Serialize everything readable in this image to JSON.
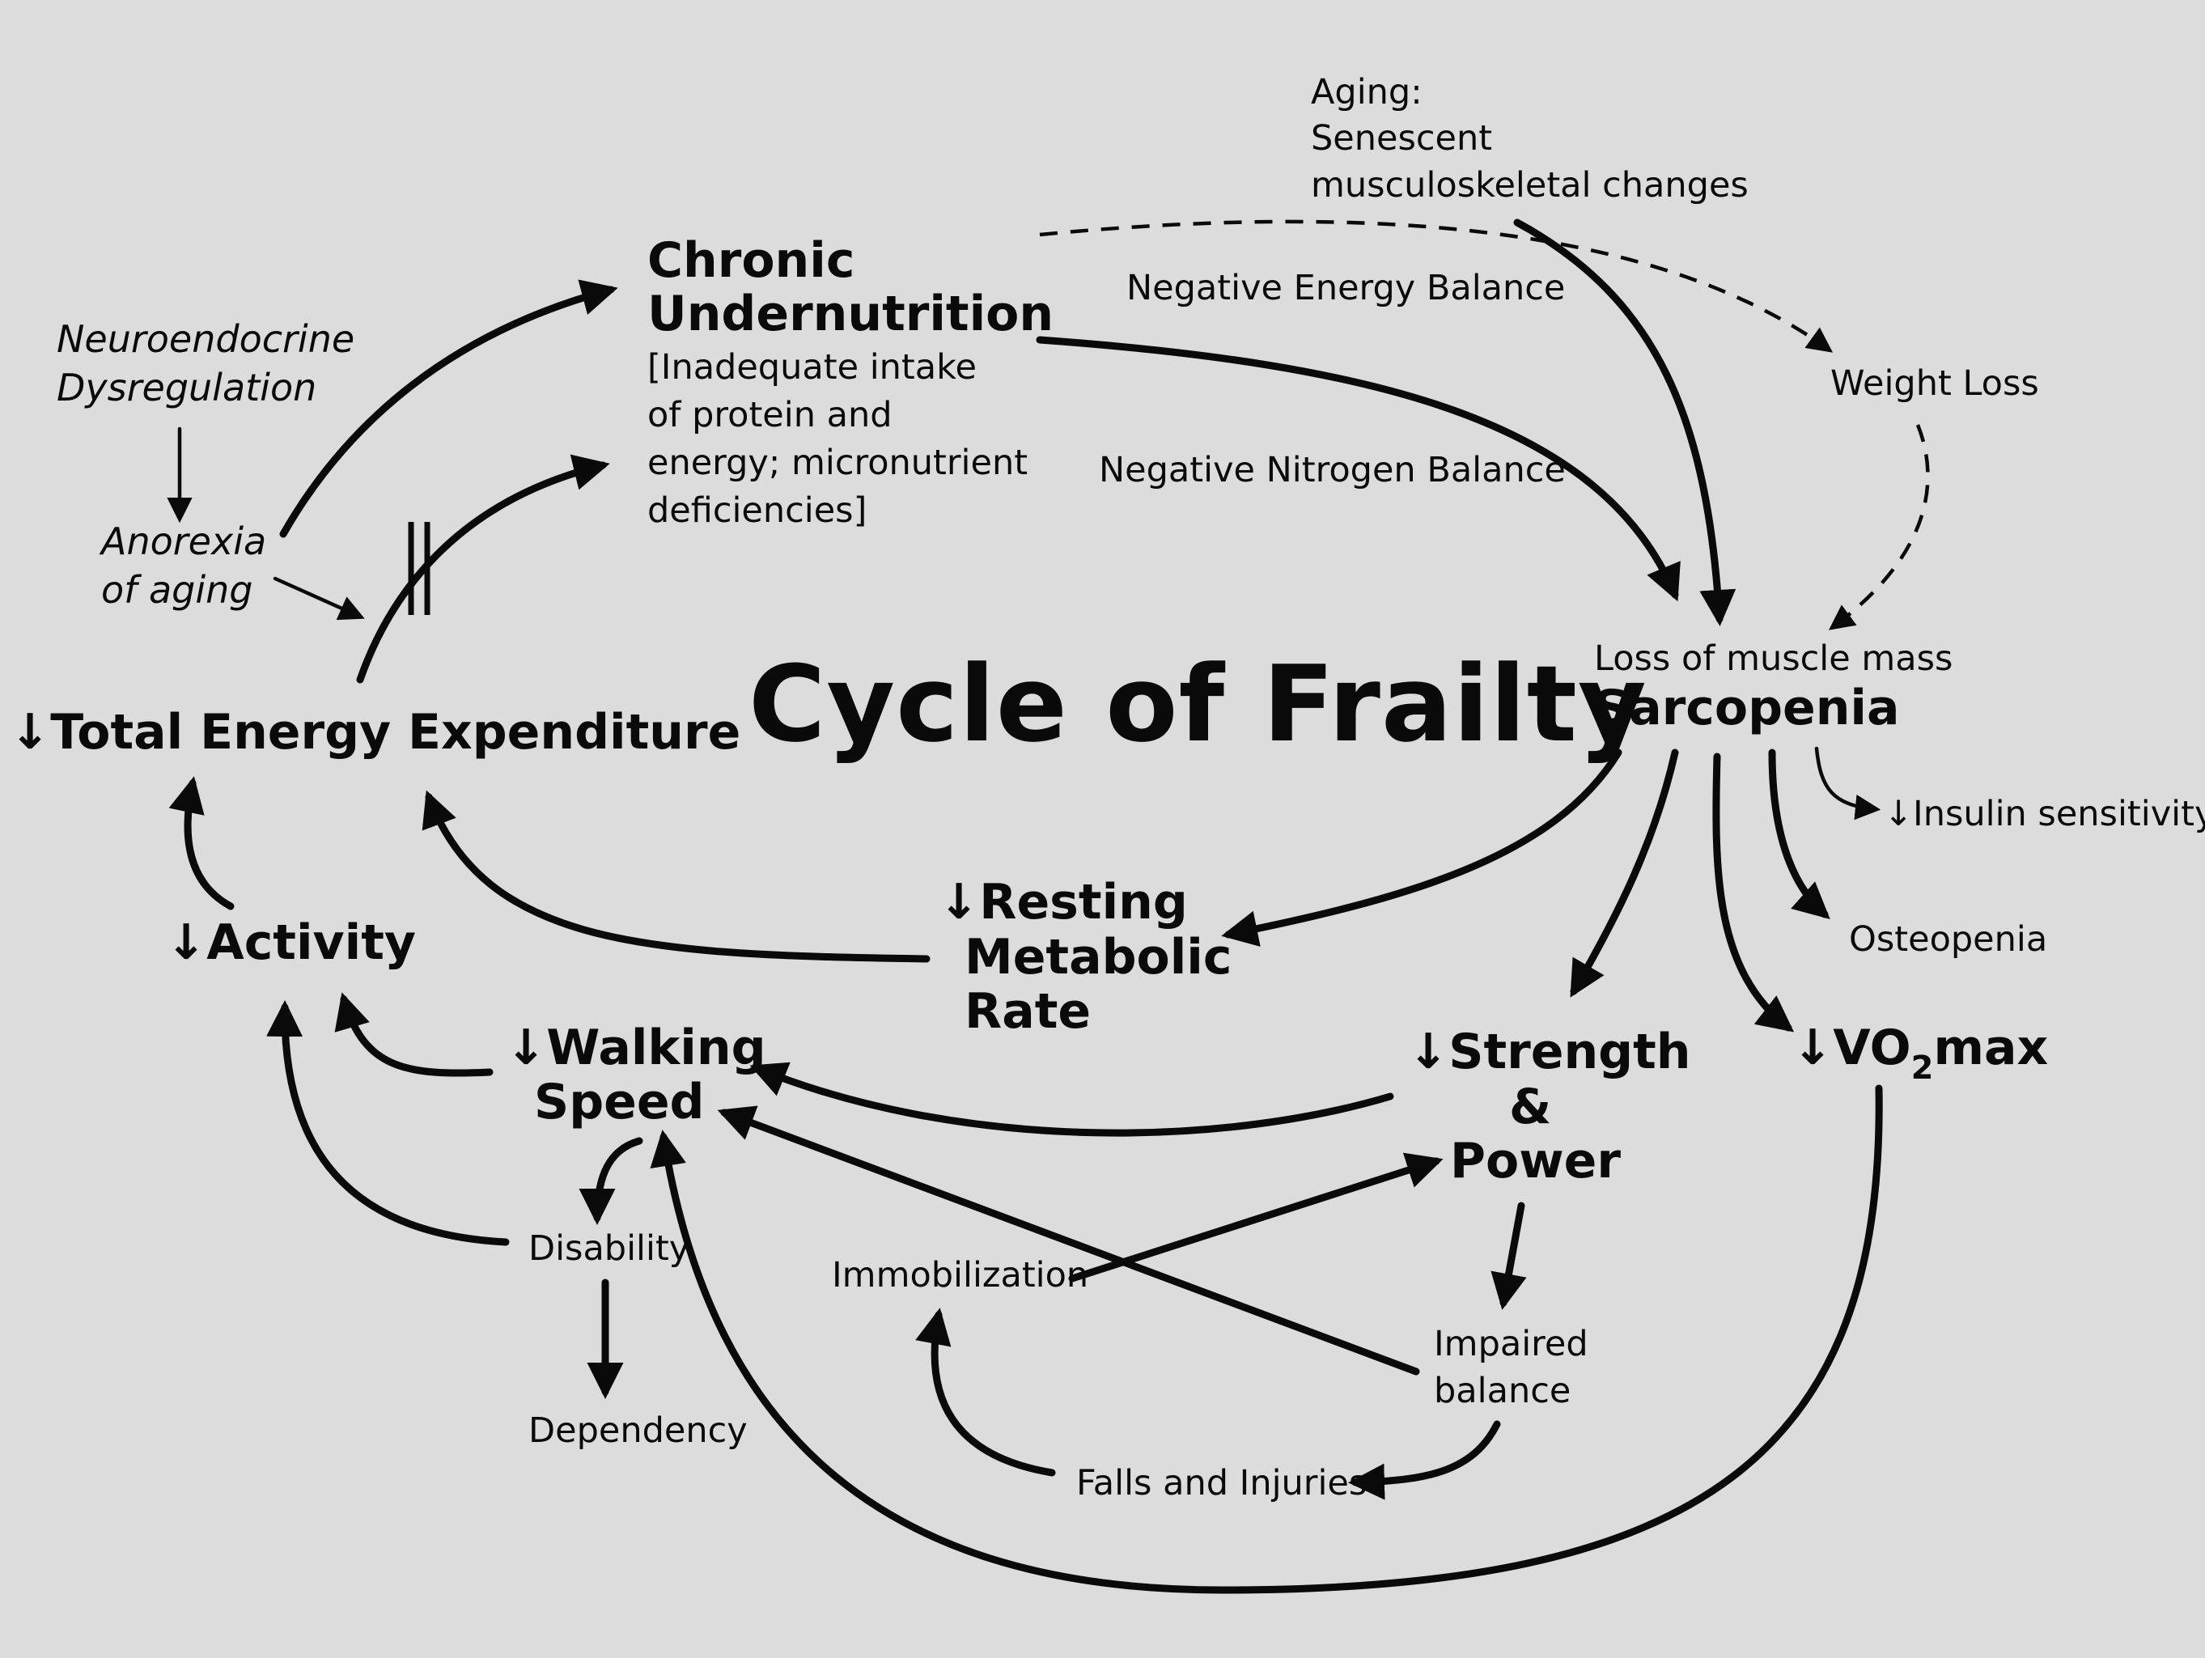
{
  "title": "Cycle of Frailty",
  "nodes": {
    "aging": [
      "Aging:",
      "Senescent",
      "musculoskeletal changes"
    ],
    "chronic_undernutrition": [
      "Chronic",
      "Undernutrition"
    ],
    "undernutrition_detail": [
      "[Inadequate intake",
      "of protein and",
      "energy; micronutrient",
      "deficiencies]"
    ],
    "neuroendocrine": [
      "Neuroendocrine",
      "Dysregulation"
    ],
    "anorexia": [
      "Anorexia",
      "of aging"
    ],
    "total_energy": "Total Energy Expenditure",
    "activity": "Activity",
    "resting_metabolic": [
      "Resting",
      "Metabolic",
      "Rate"
    ],
    "walking_speed": [
      "Walking",
      "Speed"
    ],
    "disability": "Disability",
    "dependency": "Dependency",
    "immobilization": "Immobilization",
    "strength_power": [
      "Strength",
      "&",
      "Power"
    ],
    "impaired_balance": [
      "Impaired",
      "balance"
    ],
    "falls_injuries": "Falls and Injuries",
    "loss_muscle_mass": "Loss of muscle mass",
    "sarcopenia": "Sarcopenia",
    "insulin": "Insulin sensitivity",
    "osteopenia": "Osteopenia",
    "vo2max": {
      "pre": "VO",
      "sub": "2",
      "post": "max"
    },
    "weight_loss": "Weight Loss"
  },
  "edge_labels": {
    "negative_energy": "Negative Energy Balance",
    "negative_nitrogen": "Negative Nitrogen Balance"
  },
  "symbols": {
    "down_arrow": "↓"
  }
}
